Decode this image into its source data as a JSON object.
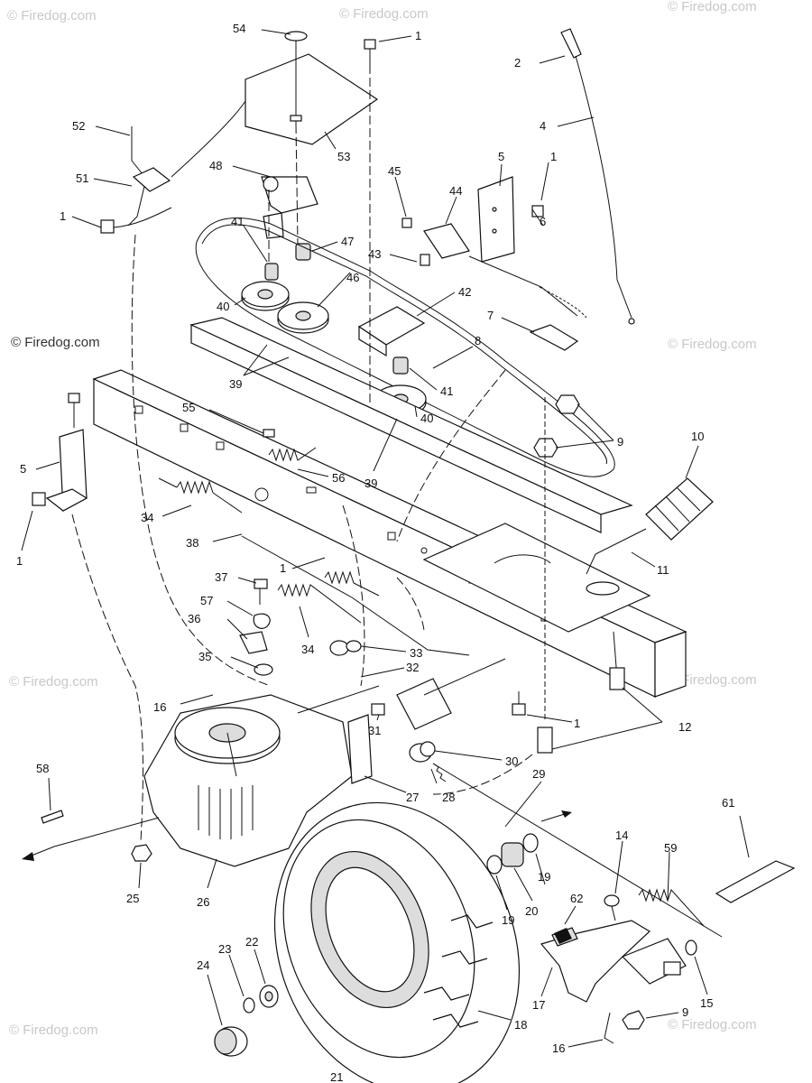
{
  "watermarks": {
    "brand": "© Firedog.com",
    "brand_short": "Firedog.com"
  },
  "callouts": [
    {
      "id": "c54",
      "text": "54"
    },
    {
      "id": "c1a",
      "text": "1"
    },
    {
      "id": "c2",
      "text": "2"
    },
    {
      "id": "c52",
      "text": "52"
    },
    {
      "id": "c53",
      "text": "53"
    },
    {
      "id": "c4",
      "text": "4"
    },
    {
      "id": "c48",
      "text": "48"
    },
    {
      "id": "c5a",
      "text": "5"
    },
    {
      "id": "c1b",
      "text": "1"
    },
    {
      "id": "c51",
      "text": "51"
    },
    {
      "id": "c45",
      "text": "45"
    },
    {
      "id": "c44",
      "text": "44"
    },
    {
      "id": "c1c",
      "text": "1"
    },
    {
      "id": "c41a",
      "text": "41"
    },
    {
      "id": "c47",
      "text": "47"
    },
    {
      "id": "c43",
      "text": "43"
    },
    {
      "id": "c6",
      "text": "6"
    },
    {
      "id": "c46",
      "text": "46"
    },
    {
      "id": "c40a",
      "text": "40"
    },
    {
      "id": "c42",
      "text": "42"
    },
    {
      "id": "c7",
      "text": "7"
    },
    {
      "id": "c8",
      "text": "8"
    },
    {
      "id": "c39a",
      "text": "39"
    },
    {
      "id": "c41b",
      "text": "41"
    },
    {
      "id": "c55",
      "text": "55"
    },
    {
      "id": "c40b",
      "text": "40"
    },
    {
      "id": "c9a",
      "text": "9"
    },
    {
      "id": "c39b",
      "text": "39"
    },
    {
      "id": "c56",
      "text": "56"
    },
    {
      "id": "c5b",
      "text": "5"
    },
    {
      "id": "c1d",
      "text": "1"
    },
    {
      "id": "c10",
      "text": "10"
    },
    {
      "id": "c34a",
      "text": "34"
    },
    {
      "id": "c38",
      "text": "38"
    },
    {
      "id": "c1e",
      "text": "1"
    },
    {
      "id": "c11",
      "text": "11"
    },
    {
      "id": "c37",
      "text": "37"
    },
    {
      "id": "c57",
      "text": "57"
    },
    {
      "id": "c36",
      "text": "36"
    },
    {
      "id": "c34b",
      "text": "34"
    },
    {
      "id": "c33",
      "text": "33"
    },
    {
      "id": "c35",
      "text": "35"
    },
    {
      "id": "c32",
      "text": "32"
    },
    {
      "id": "c16a",
      "text": "16"
    },
    {
      "id": "c31",
      "text": "31"
    },
    {
      "id": "c1f",
      "text": "1"
    },
    {
      "id": "c12",
      "text": "12"
    },
    {
      "id": "c30",
      "text": "30"
    },
    {
      "id": "c58",
      "text": "58"
    },
    {
      "id": "c29",
      "text": "29"
    },
    {
      "id": "c27",
      "text": "27"
    },
    {
      "id": "c28",
      "text": "28"
    },
    {
      "id": "c61",
      "text": "61"
    },
    {
      "id": "c14",
      "text": "14"
    },
    {
      "id": "c59",
      "text": "59"
    },
    {
      "id": "c25",
      "text": "25"
    },
    {
      "id": "c26",
      "text": "26"
    },
    {
      "id": "c19a",
      "text": "19"
    },
    {
      "id": "c20",
      "text": "20"
    },
    {
      "id": "c19b",
      "text": "19"
    },
    {
      "id": "c62",
      "text": "62"
    },
    {
      "id": "c22",
      "text": "22"
    },
    {
      "id": "c23",
      "text": "23"
    },
    {
      "id": "c24",
      "text": "24"
    },
    {
      "id": "c17",
      "text": "17"
    },
    {
      "id": "c15",
      "text": "15"
    },
    {
      "id": "c9b",
      "text": "9"
    },
    {
      "id": "c18",
      "text": "18"
    },
    {
      "id": "c16b",
      "text": "16"
    },
    {
      "id": "c21",
      "text": "21"
    }
  ]
}
